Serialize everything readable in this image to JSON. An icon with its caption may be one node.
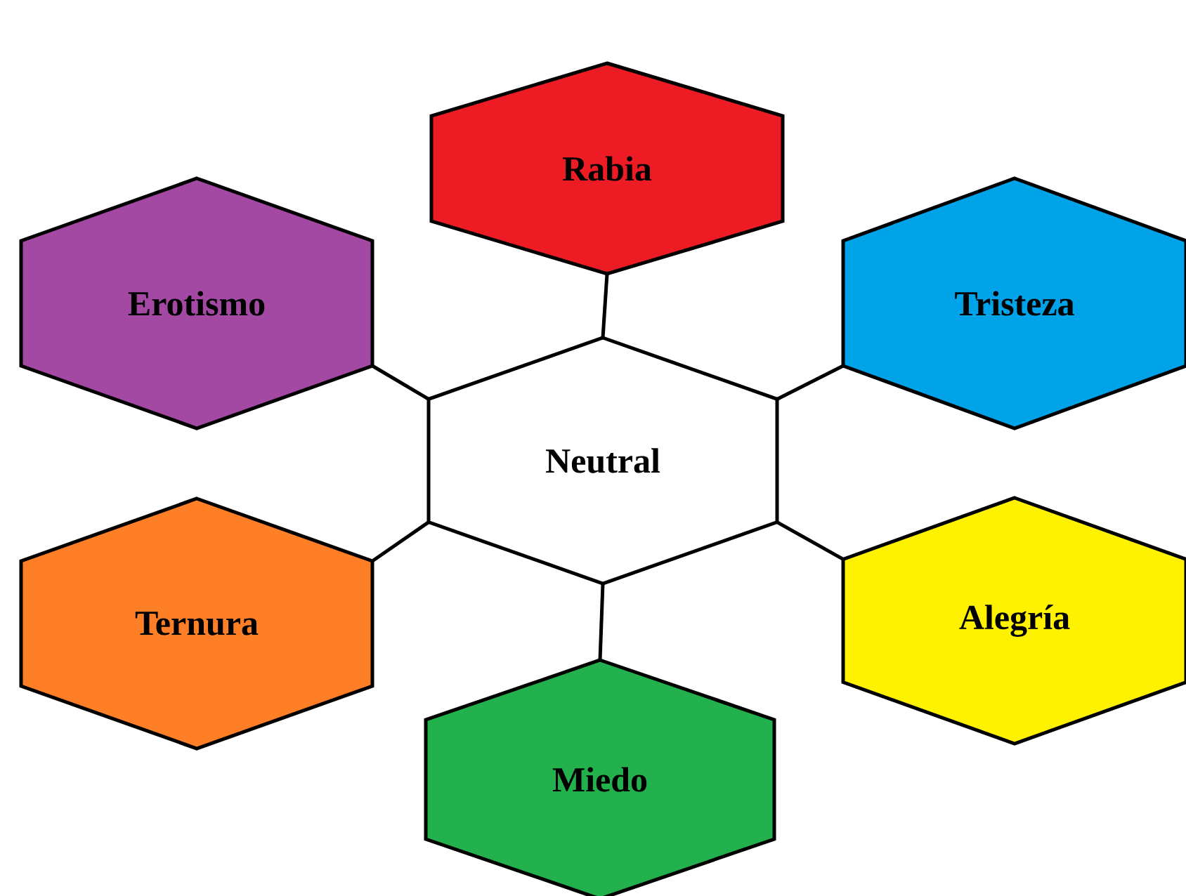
{
  "diagram": {
    "nodes": [
      {
        "text": [
          "Rabia"
        ]
      },
      {
        "text": [
          "Erotismo"
        ]
      },
      {
        "text": [
          "Tristeza"
        ]
      },
      {
        "text": [
          "Neutral"
        ]
      },
      {
        "text": [
          "Ternura"
        ]
      },
      {
        "text": [
          "Alegría"
        ]
      },
      {
        "text": [
          "Miedo"
        ]
      }
    ],
    "edges": [
      {
        "from": 3,
        "to": 0,
        "arrow": "none"
      },
      {
        "from": 3,
        "to": 1,
        "arrow": "none"
      },
      {
        "from": 3,
        "to": 2,
        "arrow": "none"
      },
      {
        "from": 3,
        "to": 4,
        "arrow": "none"
      },
      {
        "from": 3,
        "to": 5,
        "arrow": "none"
      },
      {
        "from": 3,
        "to": 6,
        "arrow": "none"
      }
    ]
  }
}
